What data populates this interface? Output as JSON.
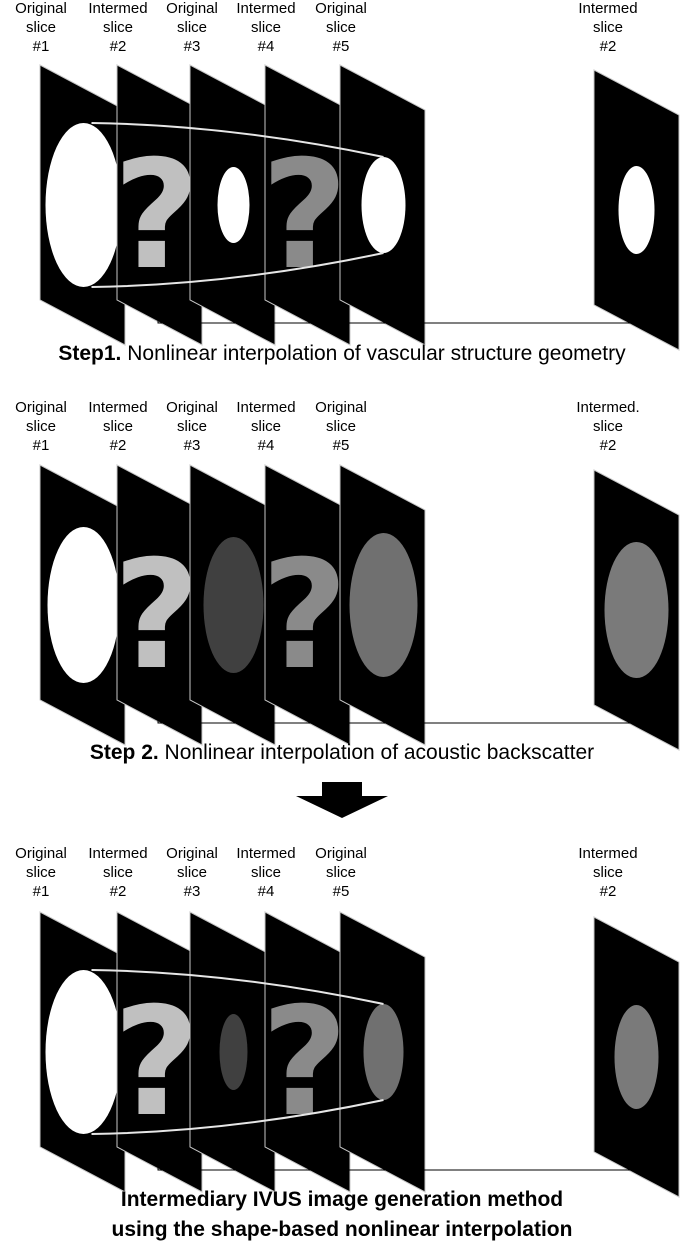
{
  "steps": [
    {
      "caption_bold": "Step1.",
      "caption_text": " Nonlinear interpolation of vascular structure geometry",
      "slices": [
        {
          "lines": [
            "Original",
            "slice",
            "#1"
          ],
          "kind": "original",
          "fill": "#ffffff"
        },
        {
          "lines": [
            "Intermed",
            "slice",
            "#2"
          ],
          "kind": "unknown",
          "fill": "#c0c0c0"
        },
        {
          "lines": [
            "Original",
            "slice",
            "#3"
          ],
          "kind": "original",
          "fill": "#ffffff"
        },
        {
          "lines": [
            "Intermed",
            "slice",
            "#4"
          ],
          "kind": "unknown",
          "fill": "#8a8a8a"
        },
        {
          "lines": [
            "Original",
            "slice",
            "#5"
          ],
          "kind": "original",
          "fill": "#ffffff"
        }
      ],
      "result": {
        "lines": [
          "Intermed",
          "slice",
          "#2"
        ],
        "fill": "#ffffff"
      }
    },
    {
      "caption_bold": "Step 2.",
      "caption_text": " Nonlinear interpolation of acoustic backscatter",
      "slices": [
        {
          "lines": [
            "Original",
            "slice",
            "#1"
          ],
          "kind": "original",
          "fill": "#ffffff"
        },
        {
          "lines": [
            "Intermed",
            "slice",
            "#2"
          ],
          "kind": "unknown",
          "fill": "#c0c0c0"
        },
        {
          "lines": [
            "Original",
            "slice",
            "#3"
          ],
          "kind": "original",
          "fill": "#404040"
        },
        {
          "lines": [
            "Intermed",
            "slice",
            "#4"
          ],
          "kind": "unknown",
          "fill": "#8a8a8a"
        },
        {
          "lines": [
            "Original",
            "slice",
            "#5"
          ],
          "kind": "original",
          "fill": "#707070"
        }
      ],
      "result": {
        "lines": [
          "Intermed.",
          "slice",
          "#2"
        ],
        "fill": "#7a7a7a"
      }
    },
    {
      "caption_bold": "",
      "caption_text": "",
      "slices": [
        {
          "lines": [
            "Original",
            "slice",
            "#1"
          ],
          "kind": "original",
          "fill": "#ffffff"
        },
        {
          "lines": [
            "Intermed",
            "slice",
            "#2"
          ],
          "kind": "unknown",
          "fill": "#c0c0c0"
        },
        {
          "lines": [
            "Original",
            "slice",
            "#3"
          ],
          "kind": "original",
          "fill": "#404040"
        },
        {
          "lines": [
            "Intermed",
            "slice",
            "#4"
          ],
          "kind": "unknown",
          "fill": "#8a8a8a"
        },
        {
          "lines": [
            "Original",
            "slice",
            "#5"
          ],
          "kind": "original",
          "fill": "#707070"
        }
      ],
      "result": {
        "lines": [
          "Intermed",
          "slice",
          "#2"
        ],
        "fill": "#7a7a7a"
      }
    }
  ],
  "question_mark": "?",
  "final_caption": [
    "Intermediary IVUS image generation method",
    "using the shape-based nonlinear interpolation"
  ],
  "colors": {
    "panel": "#000000",
    "panel_edge": "#c8c8c8",
    "connector": "#000000",
    "tube": "#e6e6e6"
  }
}
